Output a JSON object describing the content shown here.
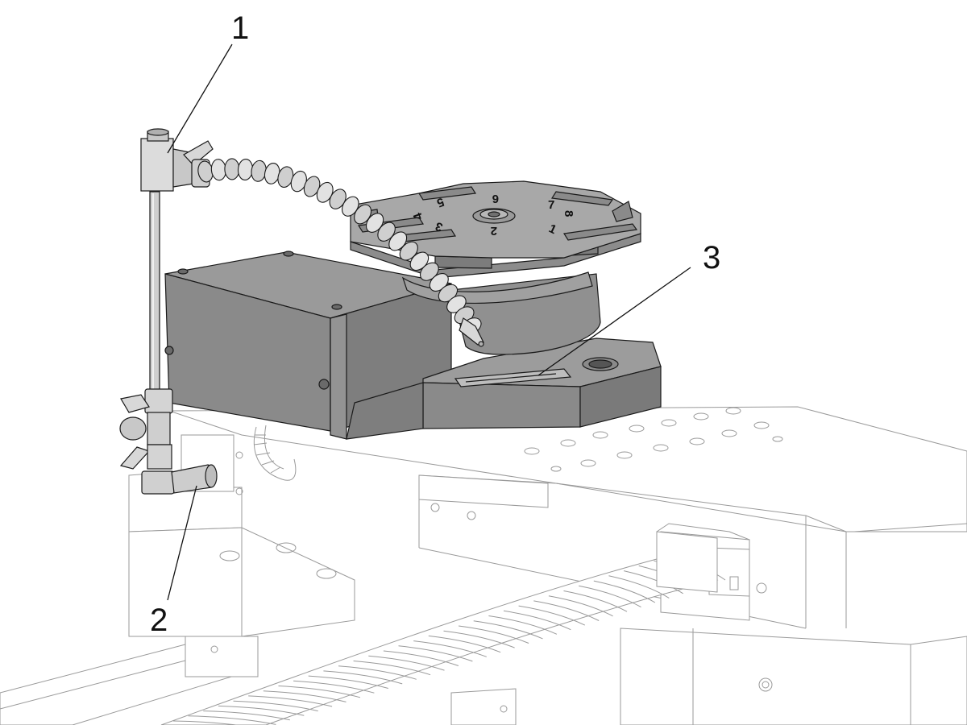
{
  "diagram": {
    "callouts": [
      {
        "id": "1",
        "label": "1"
      },
      {
        "id": "2",
        "label": "2"
      },
      {
        "id": "3",
        "label": "3"
      }
    ],
    "platter_numbers": [
      "1",
      "2",
      "3",
      "4",
      "5",
      "6",
      "7",
      "8"
    ]
  },
  "colors": {
    "body": "#8e8e8e",
    "body_light": "#a8a8a8",
    "body_dark": "#6e6e6e",
    "outline": "#1a1a1a",
    "ghost_line": "#9a9a9a",
    "metal": "#d6d6d6"
  }
}
